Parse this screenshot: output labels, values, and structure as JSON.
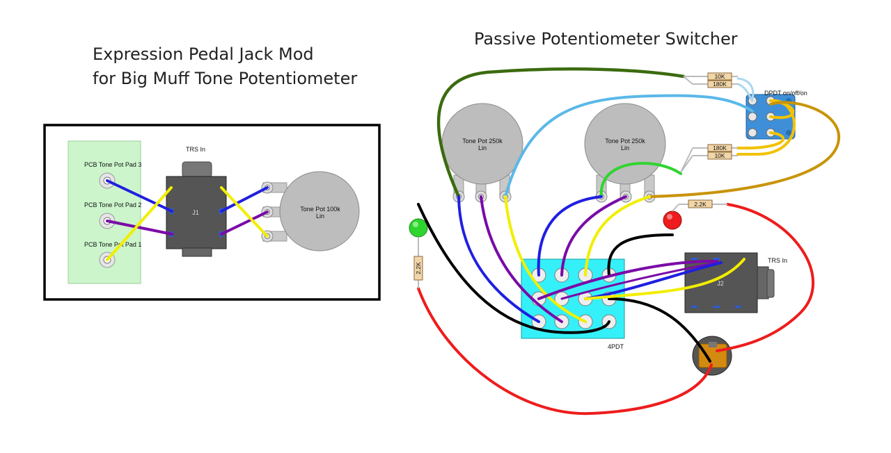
{
  "left": {
    "title_line1": "Expression Pedal Jack Mod",
    "title_line2": "for Big Muff Tone Potentiometer",
    "pcb_pad3": "PCB Tone Pot Pad 3",
    "pcb_pad2": "PCB Tone Pot Pad 2",
    "pcb_pad1": "PCB Tone Pot Pad 1",
    "jack_label": "TRS In",
    "jack_ref": "J1",
    "pot_line1": "Tone Pot 100k",
    "pot_line2": "Lin"
  },
  "right": {
    "title": "Passive Potentiometer Switcher",
    "pot1_line1": "Tone Pot 250k",
    "pot1_line2": "Lin",
    "pot2_line1": "Tone Pot 250k",
    "pot2_line2": "Lin",
    "res_10k_top": "10K",
    "res_180k_top": "180K",
    "res_180k_mid": "180K",
    "res_10k_mid": "10K",
    "res_2k2_red": "2.2K",
    "res_2k2_green": "2.2K",
    "dpdt_label": "DPDT on/off/on",
    "switch_label": "4PDT",
    "jack_label": "TRS In",
    "jack_ref": "J2"
  },
  "colors": {
    "blue": "#1f1fe0",
    "purple": "#7a0aa8",
    "yellow": "#f2ee00",
    "black": "#000000",
    "red": "#ee1c1c",
    "green": "#2fd52f",
    "dark_green": "#3b6b0f",
    "light_blue": "#5ab8e8",
    "gold": "#c8940a",
    "switch_cyan": "#35f0f8",
    "pcb_green": "#ccf5cc",
    "dpdt_blue": "#3f8fd8"
  }
}
